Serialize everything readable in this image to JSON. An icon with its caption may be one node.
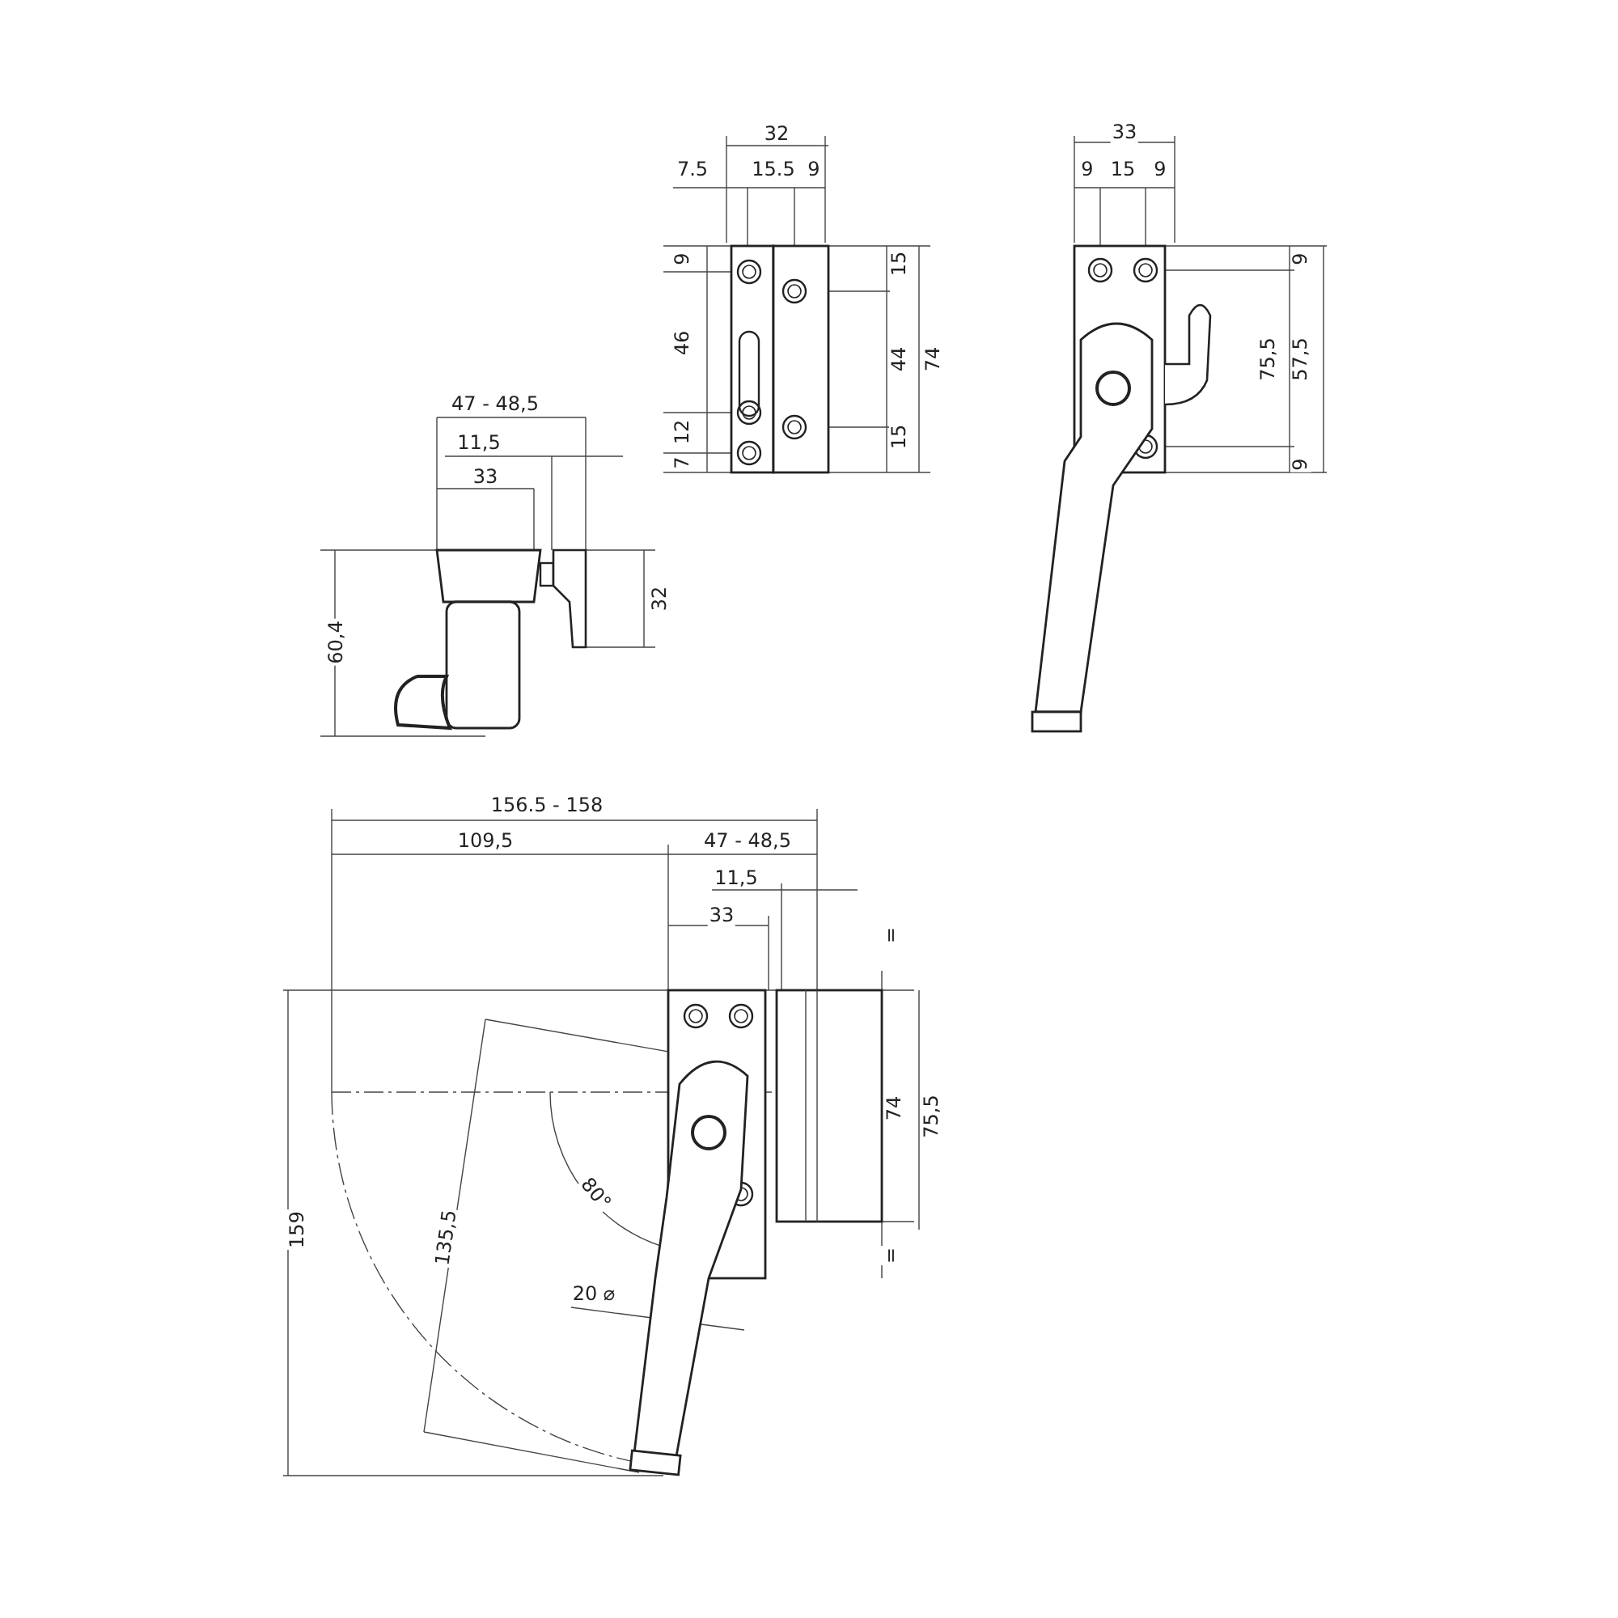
{
  "diagram": {
    "labels": [
      "32",
      "7.5",
      "15.5",
      "9",
      "9",
      "15",
      "46",
      "44",
      "74",
      "12",
      "15",
      "7",
      "33",
      "9",
      "15",
      "9",
      "9",
      "75,5",
      "57,5",
      "9",
      "47 - 48,5",
      "11,5",
      "33",
      "60,4",
      "32",
      "156.5 - 158",
      "109,5",
      "47 - 48,5",
      "11,5",
      "33",
      "=",
      "74",
      "75,5",
      "135,5",
      "80°",
      "=",
      "159",
      "20 ⌀"
    ]
  }
}
